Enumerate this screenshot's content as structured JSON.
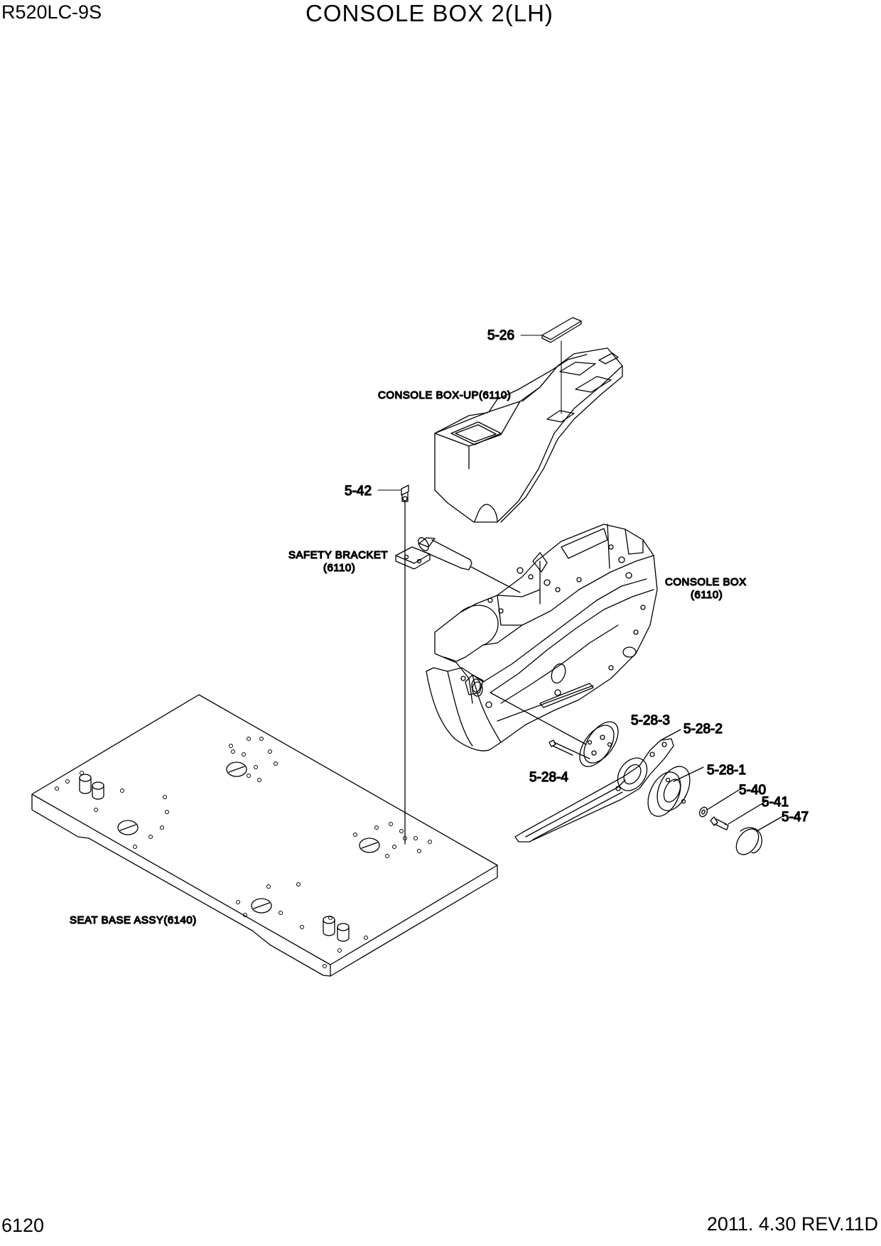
{
  "header": {
    "model": "R520LC-9S",
    "title": "CONSOLE BOX 2(LH)"
  },
  "footer": {
    "page_number": "6120",
    "revision": "2011. 4.30  REV.11D"
  },
  "callouts": {
    "p5_26": "5-26",
    "p5_42": "5-42",
    "p5_28_3": "5-28-3",
    "p5_28_2": "5-28-2",
    "p5_28_4": "5-28-4",
    "p5_28_1": "5-28-1",
    "p5_40": "5-40",
    "p5_41": "5-41",
    "p5_47": "5-47"
  },
  "references": {
    "console_box_up": "CONSOLE BOX-UP(6110)",
    "safety_bracket_l1": "SAFETY BRACKET",
    "safety_bracket_l2": "(6110)",
    "console_box_l1": "CONSOLE BOX",
    "console_box_l2": "(6110)",
    "seat_base": "SEAT BASE ASSY(6140)"
  }
}
